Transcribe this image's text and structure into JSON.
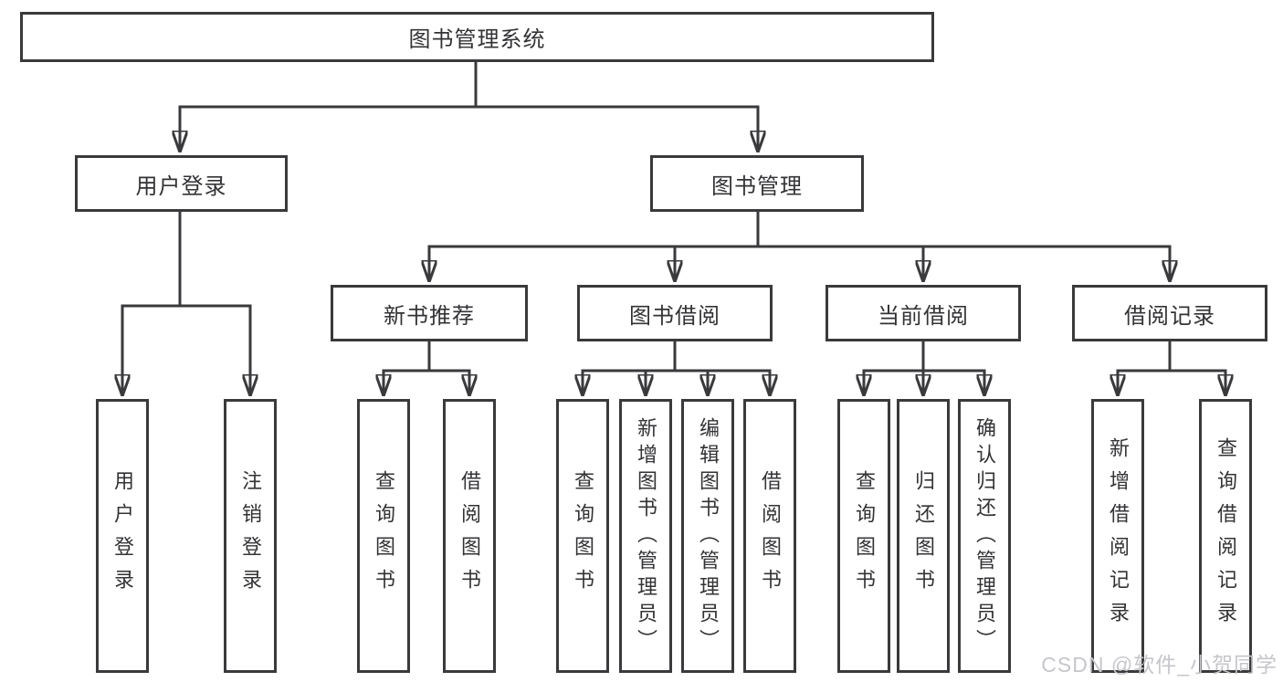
{
  "diagram": {
    "root": {
      "label": "图书管理系统"
    },
    "branches": [
      {
        "label": "用户登录",
        "leaves": [
          {
            "label": "用户登录"
          },
          {
            "label": "注销登录"
          }
        ]
      },
      {
        "label": "图书管理",
        "groups": [
          {
            "label": "新书推荐",
            "leaves": [
              {
                "label": "查询图书"
              },
              {
                "label": "借阅图书"
              }
            ]
          },
          {
            "label": "图书借阅",
            "leaves": [
              {
                "label": "查询图书"
              },
              {
                "label": "新增图书（管理员）"
              },
              {
                "label": "编辑图书（管理员）"
              },
              {
                "label": "借阅图书"
              }
            ]
          },
          {
            "label": "当前借阅",
            "leaves": [
              {
                "label": "查询图书"
              },
              {
                "label": "归还图书"
              },
              {
                "label": "确认归还（管理员）"
              }
            ]
          },
          {
            "label": "借阅记录",
            "leaves": [
              {
                "label": "新增借阅记录"
              },
              {
                "label": "查询借阅记录"
              }
            ]
          }
        ]
      }
    ]
  },
  "watermark": {
    "text": "CSDN @软件_小贺同学"
  },
  "colors": {
    "line": "#3a3a3c",
    "box_border": "#3a3a3c",
    "background": "#ffffff",
    "text": "#333336",
    "watermark": "#c6c6cb"
  }
}
